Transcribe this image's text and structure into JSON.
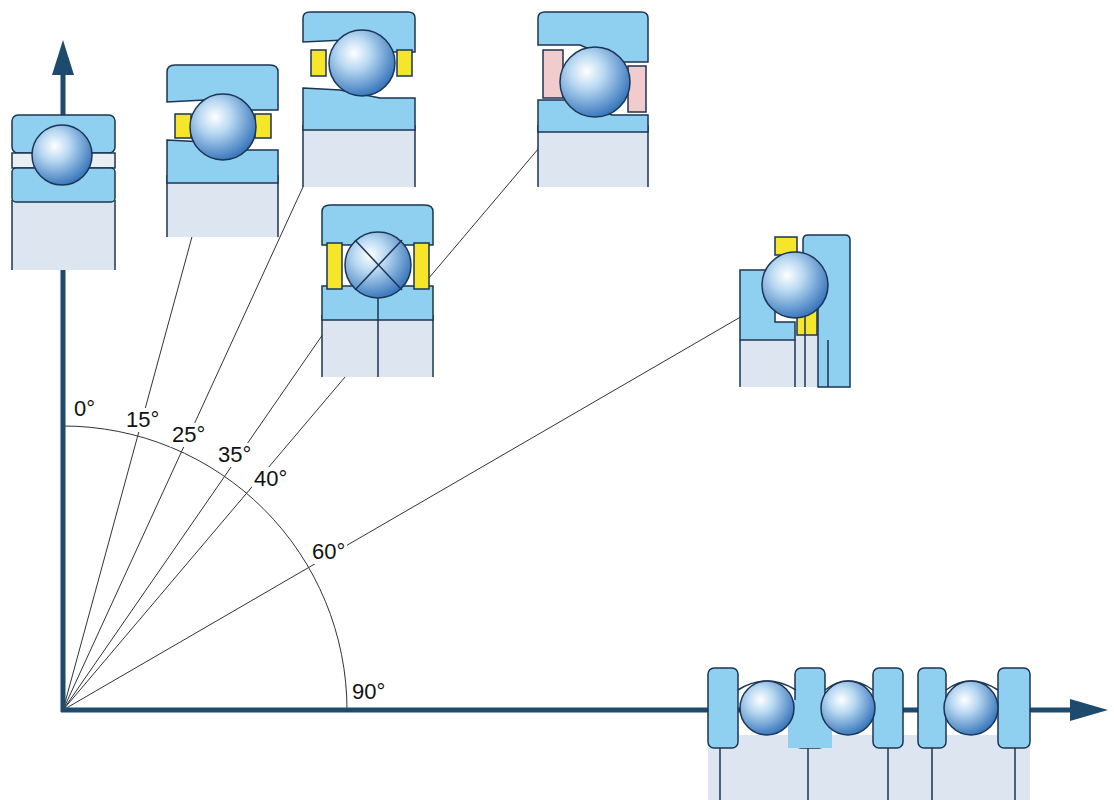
{
  "diagram": {
    "labels": [
      "0°",
      "15°",
      "25°",
      "35°",
      "40°",
      "60°",
      "90°"
    ]
  }
}
